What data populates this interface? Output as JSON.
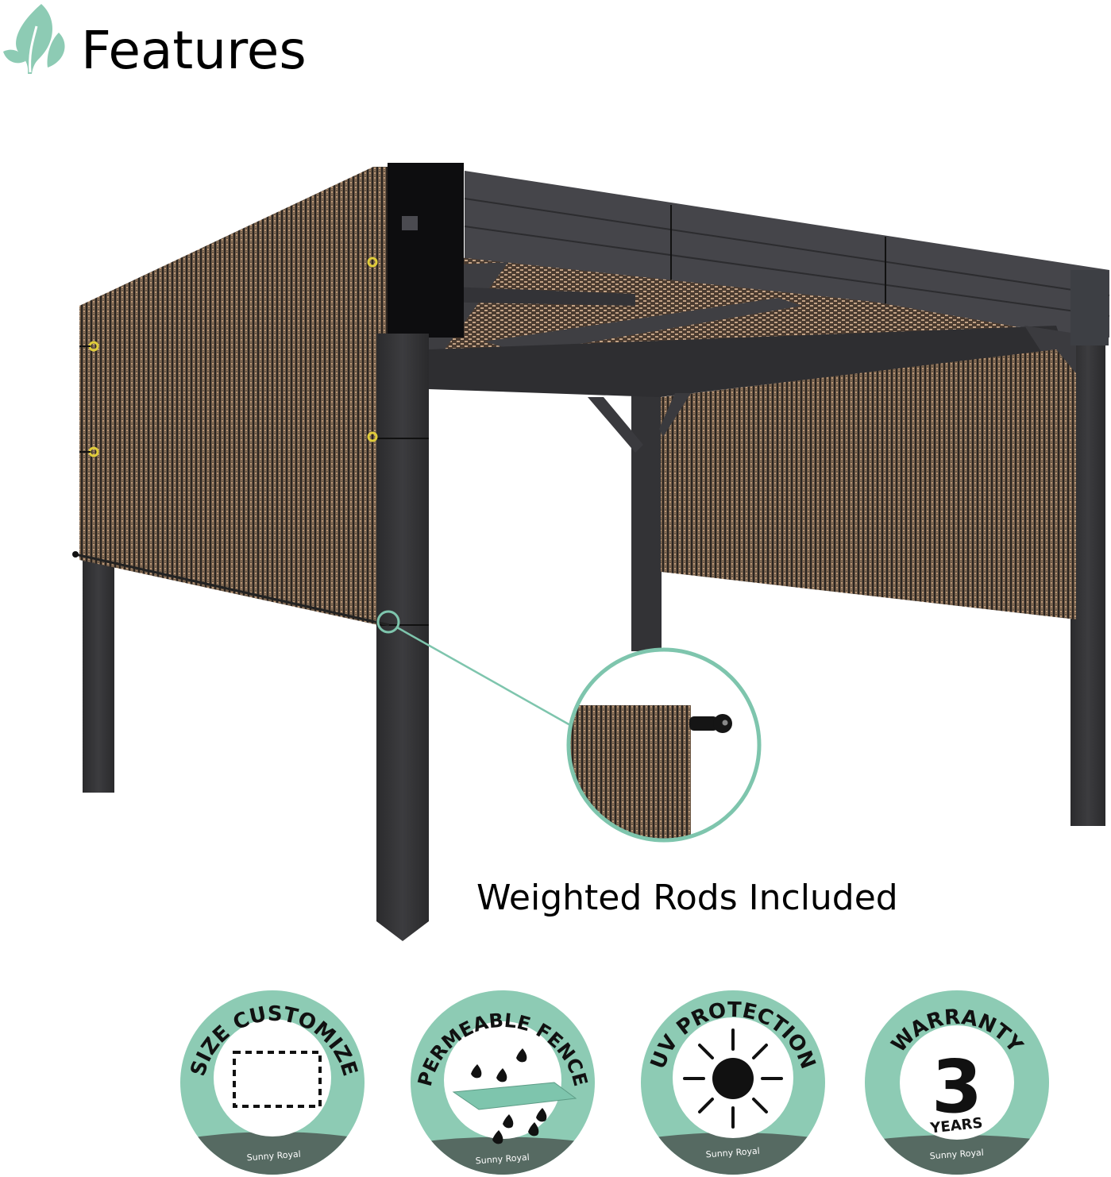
{
  "header": {
    "title": "Features",
    "logo_icon": "leaf-icon"
  },
  "colors": {
    "accent_mint": "#8dcbb4",
    "badge_footer": "#566a62",
    "frame_dark": "#3a3a3c",
    "shade_fabric": "#7d6650",
    "grommet": "#e0cc3a"
  },
  "illustration": {
    "subject": "pergola with privacy shade panels",
    "callout_icon": "magnifier-callout-icon",
    "caption": "Weighted Rods Included"
  },
  "badges": [
    {
      "title": "SIZE CUSTOMIZE",
      "icon": "dashed-rectangle-icon",
      "brand": "Sunny Royal"
    },
    {
      "title": "PERMEABLE FENCE",
      "icon": "raindrops-through-panel-icon",
      "brand": "Sunny Royal"
    },
    {
      "title": "UV PROTECTION",
      "icon": "sun-icon",
      "brand": "Sunny Royal"
    },
    {
      "title": "WARRANTY",
      "icon": "three-years-icon",
      "number": "3",
      "unit": "YEARS",
      "brand": "Sunny Royal"
    }
  ]
}
